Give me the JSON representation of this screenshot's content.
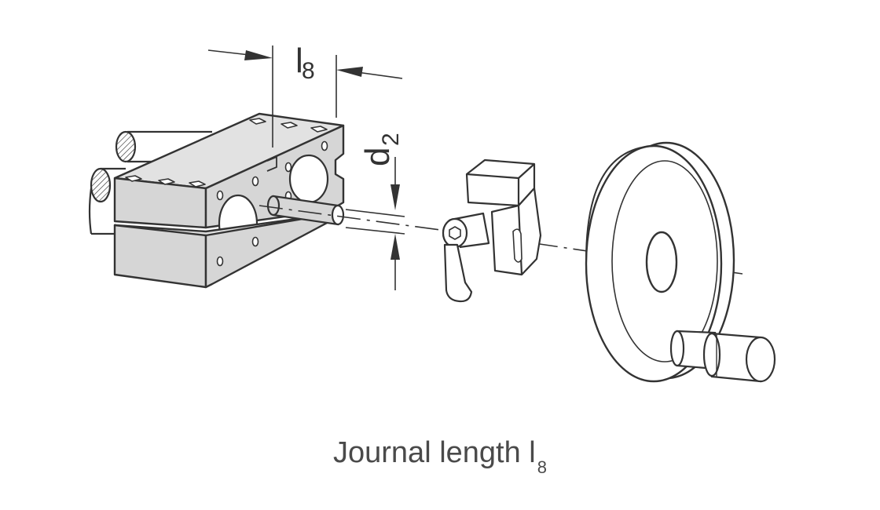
{
  "labels": {
    "l_main": "l",
    "l_sub": "8",
    "d_main": "d",
    "d_sub": "2"
  },
  "caption": {
    "text": "Journal length l",
    "sub": "8"
  },
  "colors": {
    "line": "#333333",
    "block_fill": "#d6d6d6",
    "block_top": "#e2e2e2",
    "background": "#ffffff"
  }
}
